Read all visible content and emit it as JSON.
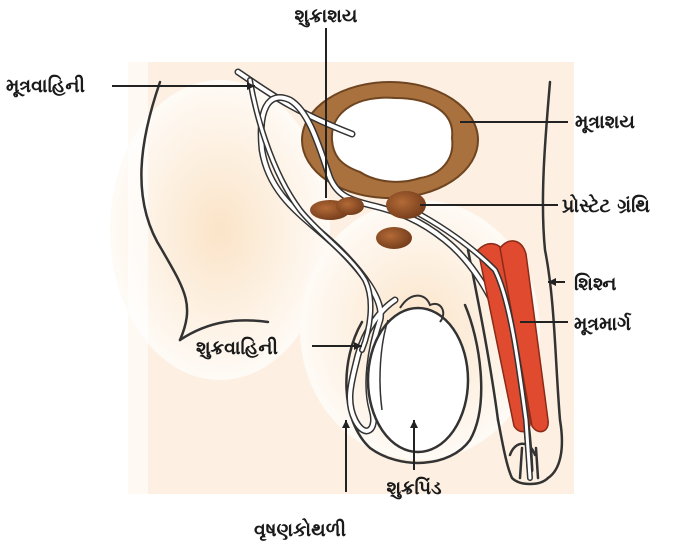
{
  "labels": {
    "seminal_vesicle": "શુક્રાશય",
    "ureter": "મૂત્રવાહિની",
    "bladder": "મૂત્રાશય",
    "prostate": "પ્રોસ્ટેટ ગ્રંથિ",
    "penis": "શિશ્ન",
    "urethra": "મૂત્રમાર્ગ",
    "vas_deferens": "શુક્રવાહિની",
    "testis": "શુક્રપિંડ",
    "scrotum": "વૃષણકોથળી"
  },
  "colors": {
    "bladder_wall": "#a9713e",
    "gland": "#8a4a22",
    "erectile": "#e04a2e",
    "skin_shade": "#f6d9b8",
    "outline": "#333333"
  }
}
